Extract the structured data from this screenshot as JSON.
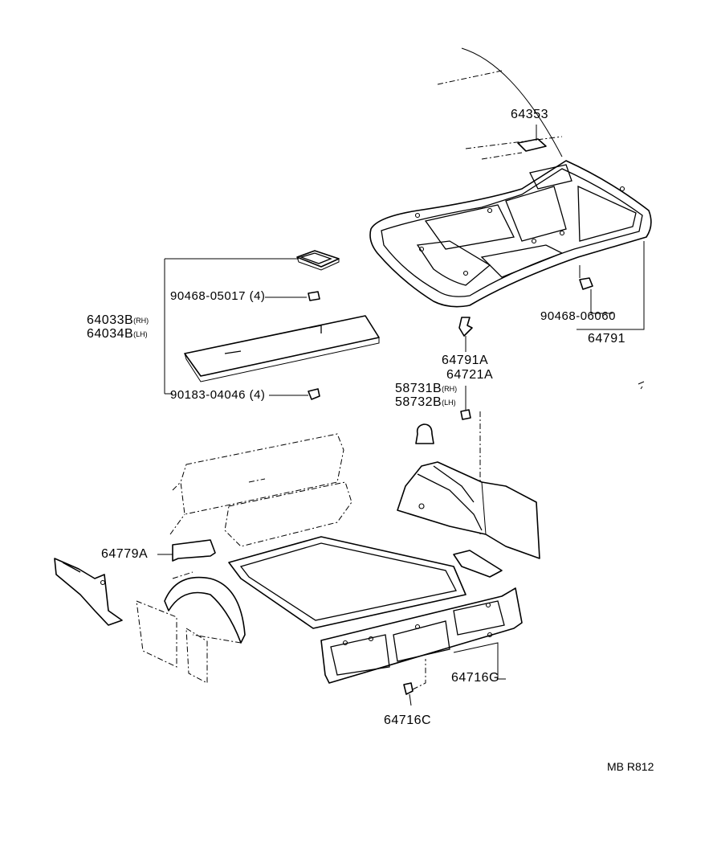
{
  "parts": {
    "p64353": "64353",
    "p90468_05017": "90468-05017 (4)",
    "p64033b": "64033B",
    "p64033b_side": "(RH)",
    "p64034b": "64034B",
    "p64034b_side": "(LH)",
    "p90183_04046": "90183-04046 (4)",
    "p90468_06060": "90468-06060",
    "p64791": "64791",
    "p64791a": "64791A",
    "p64721a": "64721A",
    "p58731b": "58731B",
    "p58731b_side": "(RH)",
    "p58732b": "58732B",
    "p58732b_side": "(LH)",
    "p64779a": "64779A",
    "p64716g": "64716G",
    "p64716c": "64716C"
  },
  "drawing_ref": "MB R812"
}
